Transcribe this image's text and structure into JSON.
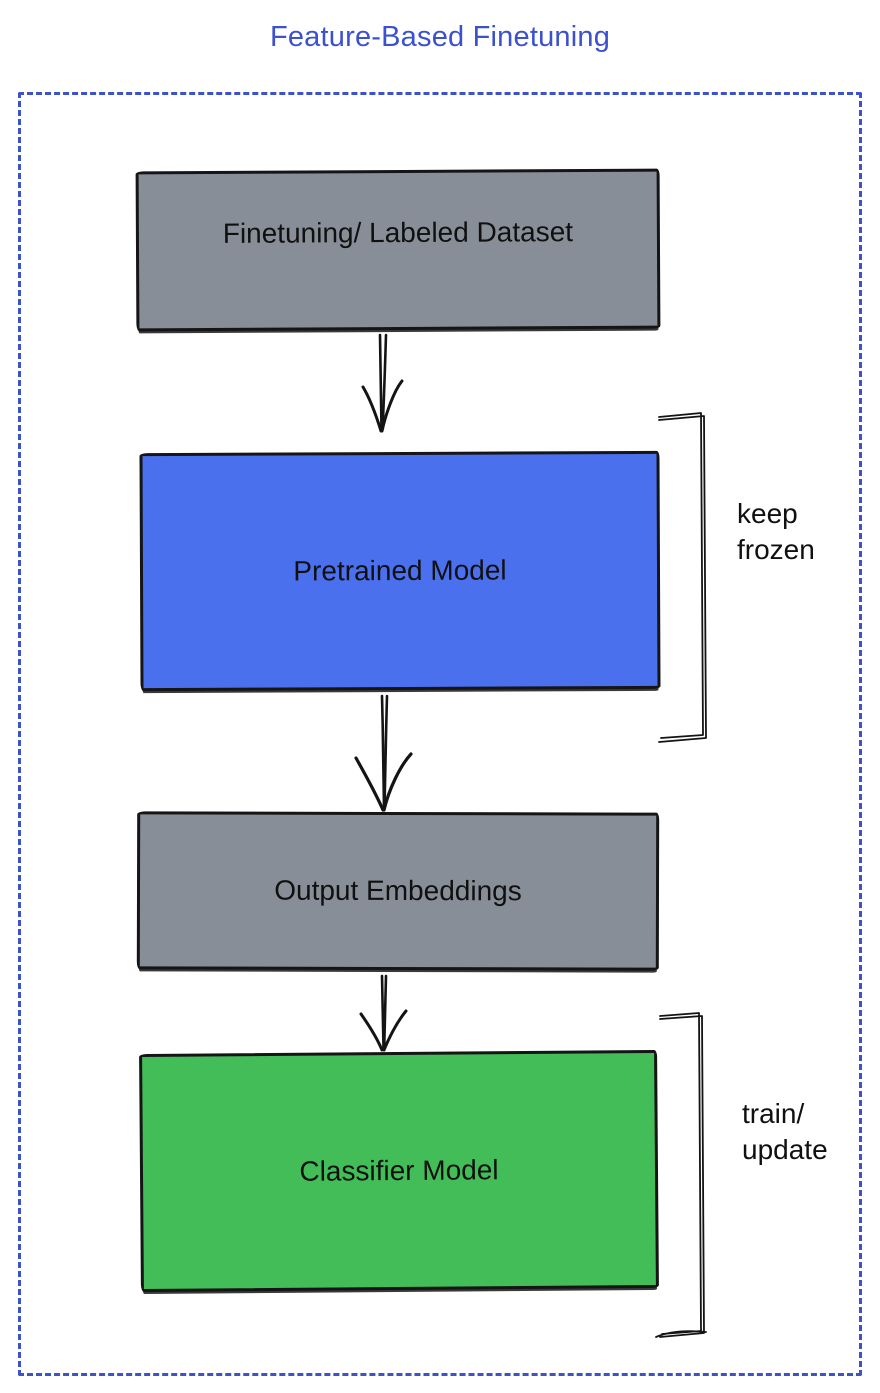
{
  "title": "Feature-Based Finetuning",
  "colors": {
    "title": "#3b51cf",
    "frame_border": "#3c52c6",
    "box_gray": "#878e97",
    "box_blue": "#4a70ee",
    "box_green": "#42bd58",
    "sketch_stroke": "#141414"
  },
  "boxes": [
    {
      "label": "Finetuning/ Labeled Dataset",
      "color": "#878e97"
    },
    {
      "label": "Pretrained Model",
      "color": "#4a70ee"
    },
    {
      "label": "Output Embeddings",
      "color": "#878e97"
    },
    {
      "label": "Classifier Model",
      "color": "#42bd58"
    }
  ],
  "annotations": [
    {
      "line1": "keep",
      "line2": "frozen"
    },
    {
      "line1": "train/",
      "line2": "update"
    }
  ]
}
